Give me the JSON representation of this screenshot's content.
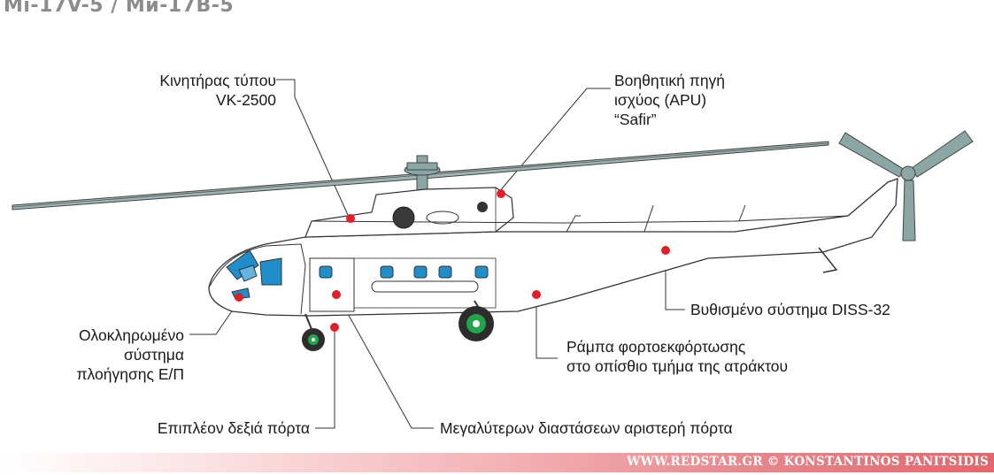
{
  "title": "Mi-17V-5 / Ми-17В-5",
  "labels": {
    "engine": [
      "Κινητήρας τύπου",
      "VK-2500"
    ],
    "apu": [
      "Βοηθητική πηγή",
      "ισχύος (APU)",
      "“Safir”"
    ],
    "diss": [
      "Βυθισμένο σύστημα DISS-32"
    ],
    "nav": [
      "Ολοκληρωμένο",
      "σύστημα",
      "πλοήγησης Ε/Π"
    ],
    "ramp": [
      "Ράμπα φορτοεκφόρτωσης",
      "στο οπίσθιο τμήμα της ατράκτου"
    ],
    "right_door": [
      "Επιπλέον δεξιά πόρτα"
    ],
    "left_door": [
      "Μεγαλύτερων διαστάσεων αριστερή πόρτα"
    ]
  },
  "footer": "WWW.REDSTAR.GR © KONSTANTINOS PANITSIDIS",
  "colors": {
    "marker": "#e41e26",
    "rotor": "#8aa7a6",
    "window": "#1f8ecb",
    "wheel_hub": "#22a44a",
    "outline": "#333333",
    "title": "#8c8c8c"
  }
}
